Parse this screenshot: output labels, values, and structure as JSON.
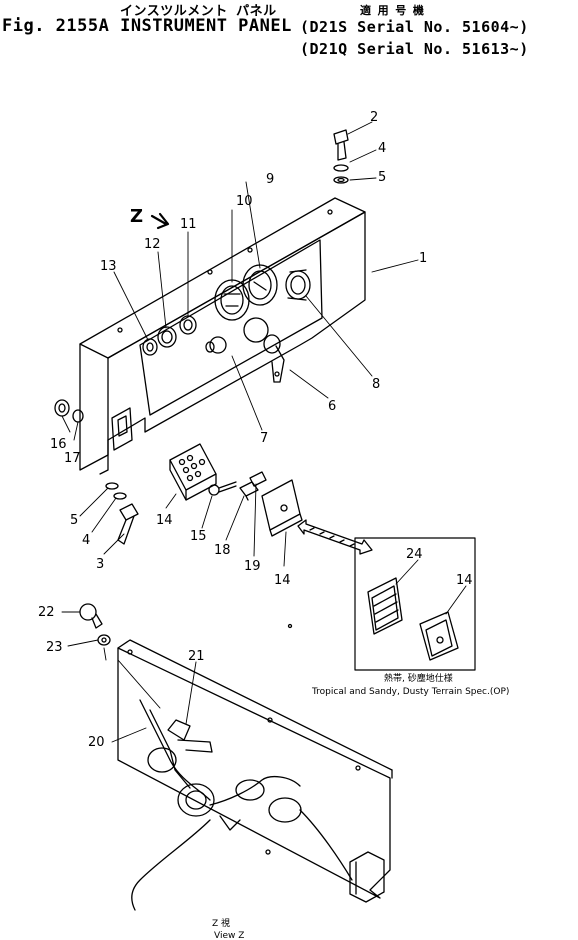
{
  "header": {
    "japanese_title": "インスツルメント パネル",
    "fig_title": "Fig. 2155A INSTRUMENT PANEL",
    "serial_header": "適 用 号 機",
    "serial_line1": "(D21S  Serial No. 51604~)",
    "serial_line2": "(D21Q  Serial No. 51613~)"
  },
  "callouts": {
    "c1": "1",
    "c2": "2",
    "c3": "3",
    "c4a": "4",
    "c4b": "4",
    "c5a": "5",
    "c5b": "5",
    "c6": "6",
    "c7": "7",
    "c8": "8",
    "c9": "9",
    "c10": "10",
    "c11": "11",
    "c12": "12",
    "c13": "13",
    "c14a": "14",
    "c14b": "14",
    "c14c": "14",
    "c15": "15",
    "c16": "16",
    "c17": "17",
    "c18": "18",
    "c19": "19",
    "c20": "20",
    "c21": "21",
    "c22": "22",
    "c23": "23",
    "c24": "24",
    "z": "Z"
  },
  "option_box": {
    "caption_jp": "熱帯, 砂塵地仕様",
    "caption_en": "Tropical and Sandy, Dusty Terrain Spec.(OP)"
  },
  "view": {
    "label_jp": "Z 視",
    "label_en": "View Z"
  }
}
